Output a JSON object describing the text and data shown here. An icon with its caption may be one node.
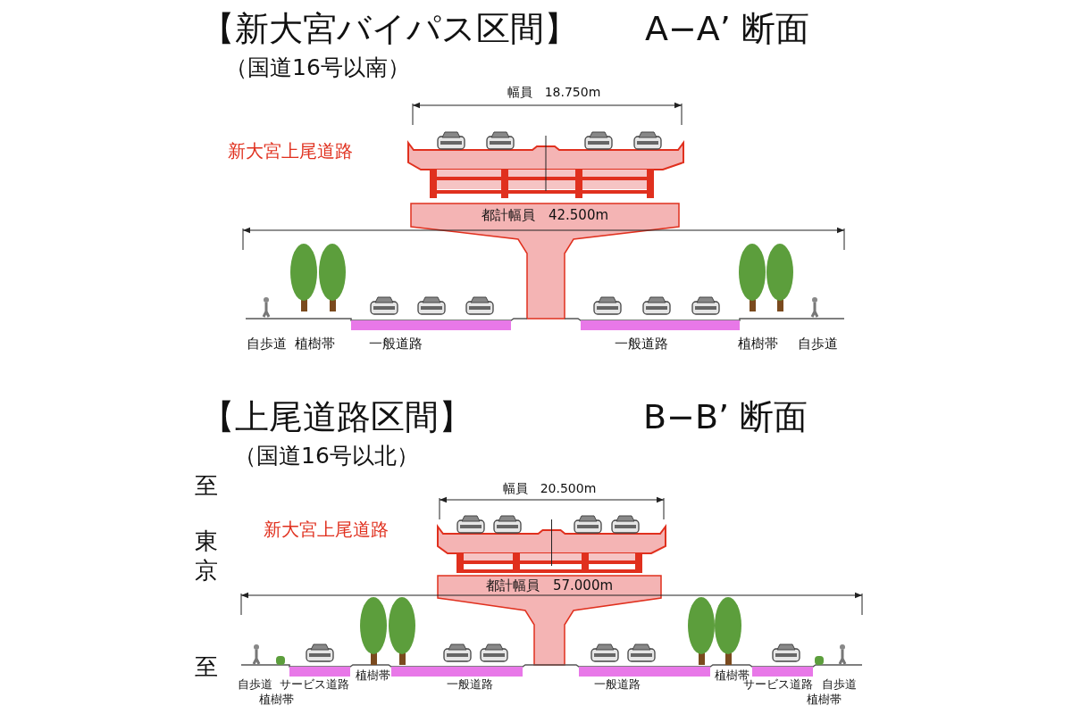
{
  "diagram": {
    "labels": [
      "【新大宮バイパス区間】",
      "A−A’ 断面",
      "（国道16号以南）",
      "幅員　18.750m",
      "新大宮上尾道路",
      "都計幅員　42.500m",
      "自歩道",
      "植樹帯",
      "一般道路",
      "一般道路",
      "植樹帯",
      "自歩道",
      "【上尾道路区間】",
      "B−B’ 断面",
      "（国道16号以北）",
      "至",
      "東京",
      "幅員　20.500m",
      "新大宮上尾道路",
      "都計幅員　57.000m",
      "至",
      "自歩道",
      "サービス道路",
      "植樹帯",
      "一般道路",
      "一般道路",
      "植樹帯",
      "サービス道路",
      "自歩道",
      "植樹帯",
      "植樹帯"
    ]
  }
}
